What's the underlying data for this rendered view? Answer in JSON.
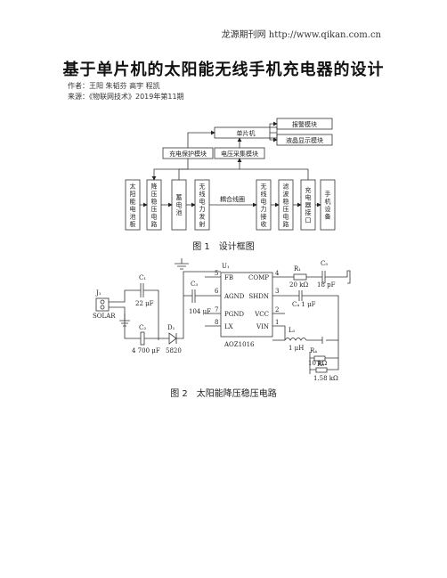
{
  "header": {
    "site": "龙源期刊网 http://www.qikan.com.cn"
  },
  "article": {
    "title": "基于单片机的太阳能无线手机充电器的设计",
    "authors": "作者：王阳 朱韬芬 高宇 程凯",
    "source": "来源：《物联网技术》2019年第11期"
  },
  "figure1": {
    "caption": "图 1　设计框图",
    "blocks": {
      "mcu": "单片机",
      "alarm": "报警模块",
      "lcd": "液晶显示模块",
      "protect": "充电保护模块",
      "voltage": "电压采集模块",
      "v1": "太阳能电池板",
      "v2": "降压稳压电路",
      "v3": "蓄电池",
      "v4": "无线电力发射",
      "coupling": "耦合线圈",
      "v5": "无线电力接收",
      "v6": "滤波稳压电路",
      "v7": "充电器接口",
      "v8": "手机设备"
    }
  },
  "figure2": {
    "caption": "图 2　太阳能降压稳压电路",
    "labels": {
      "u1": "U₁",
      "chip": "AOZ1016",
      "fb": "FB",
      "agnd": "AGND",
      "pgnd": "PGND",
      "lx": "LX",
      "comp": "COMP",
      "shdn": "SHDN",
      "vcc": "VCC",
      "vin": "VIN",
      "p5": "5",
      "p6": "6",
      "p7": "7",
      "p8": "8",
      "p4": "4",
      "p3": "3",
      "p2": "2",
      "p1": "1",
      "j1": "J₁",
      "solar": "SOLAR",
      "c1": "C₁",
      "c1v": "22 μF",
      "c2": "C₂",
      "c2v": "4 700 μF",
      "d1": "D₁",
      "d1v": "5820",
      "c3": "C₃",
      "c3v": "104 μF",
      "r1": "R₁",
      "r1v": "20 kΩ",
      "c5": "C₅",
      "c5v": "18 pF",
      "c4": "C₄ 1 μF",
      "l1": "L₁",
      "l1v": "1 μH",
      "r4": "R₄",
      "r4v": "10 kΩ",
      "r5": "R₅",
      "r5v": "1.58 kΩ"
    }
  }
}
